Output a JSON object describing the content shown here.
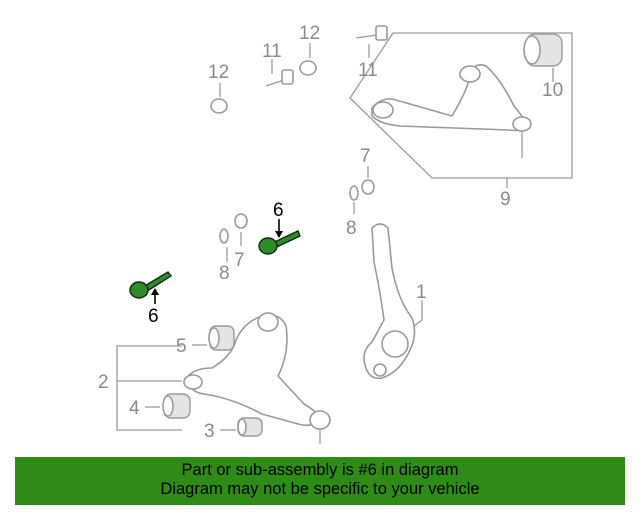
{
  "diagram": {
    "callouts": {
      "c1": "1",
      "c2": "2",
      "c3": "3",
      "c4": "4",
      "c5": "5",
      "c6a": "6",
      "c6b": "6",
      "c7a": "7",
      "c7b": "7",
      "c8a": "8",
      "c8b": "8",
      "c9": "9",
      "c10": "10",
      "c11a": "11",
      "c11b": "11",
      "c12a": "12",
      "c12b": "12"
    },
    "colors": {
      "highlight_part": "#2f8a2c",
      "callout_highlight": "#000000",
      "callout_normal": "#8a8a8a",
      "footer_bg": "#2e8b16"
    }
  },
  "footer": {
    "line1": "Part or sub-assembly is #6 in diagram",
    "line2": "Diagram may not be specific to your vehicle"
  }
}
